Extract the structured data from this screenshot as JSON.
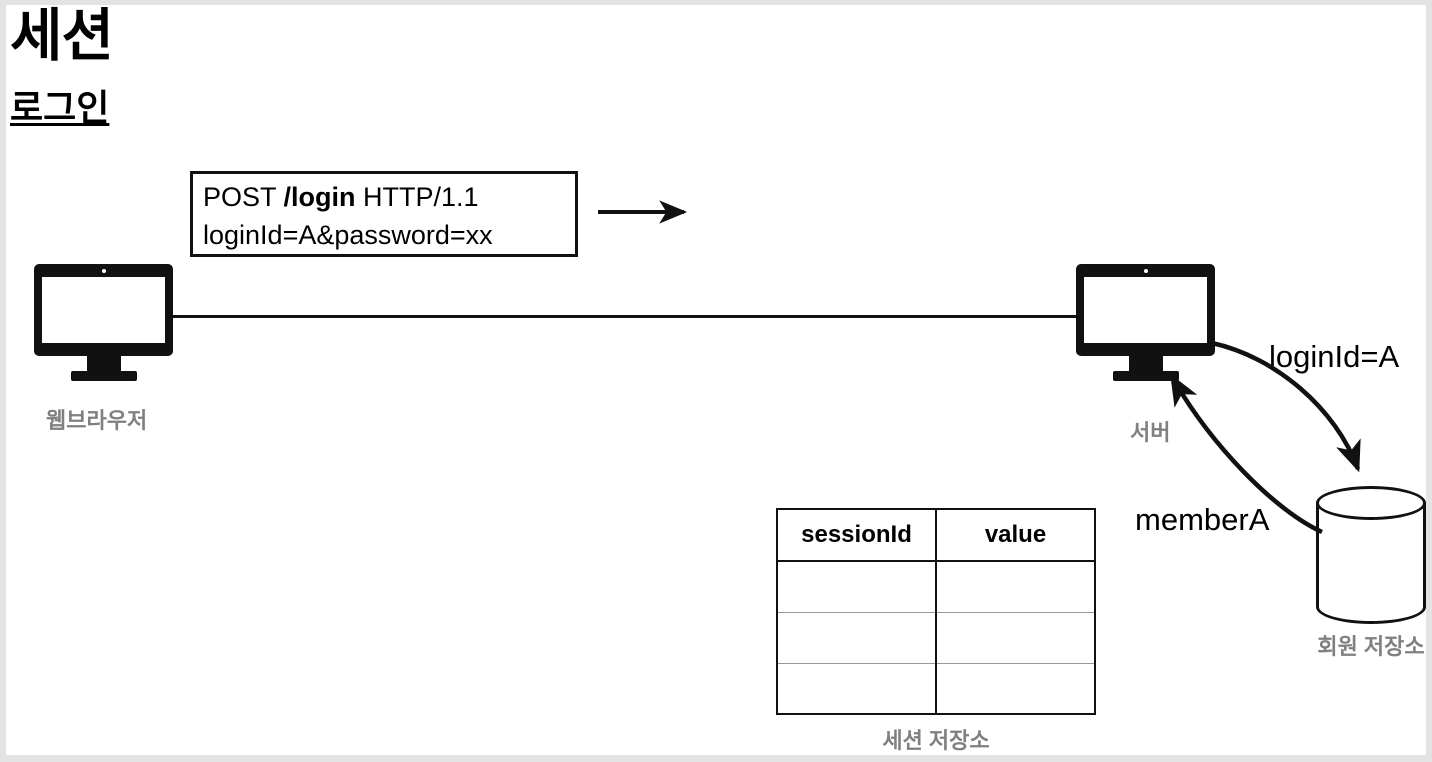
{
  "slide": {
    "title": "세션",
    "subtitle": "로그인"
  },
  "request_box": {
    "line1_prefix": "POST ",
    "line1_bold": "/login",
    "line1_suffix": " HTTP/1.1",
    "line2": "loginId=A&password=xx"
  },
  "nodes": {
    "browser": {
      "label": "웹브라우저",
      "icon": "monitor-icon"
    },
    "server": {
      "label": "서버",
      "icon": "monitor-icon"
    },
    "member_store": {
      "label": "회원 저장소",
      "icon": "database-cylinder-icon"
    },
    "session_store": {
      "label": "세션 저장소",
      "icon": "table-icon"
    }
  },
  "arrows": {
    "request_arrow": {
      "icon": "right-arrow-icon",
      "label": ""
    },
    "server_to_db": {
      "label": "loginId=A",
      "icon": "curved-arrow-icon"
    },
    "db_to_server": {
      "label": "memberA",
      "icon": "curved-arrow-icon"
    }
  },
  "session_table": {
    "headers": [
      "sessionId",
      "value"
    ],
    "rows": [
      [
        "",
        ""
      ],
      [
        "",
        ""
      ],
      [
        "",
        ""
      ]
    ]
  },
  "colors": {
    "ink": "#111111",
    "label_gray": "#808080",
    "frame_gray": "#e3e3e3",
    "background": "#ffffff"
  }
}
